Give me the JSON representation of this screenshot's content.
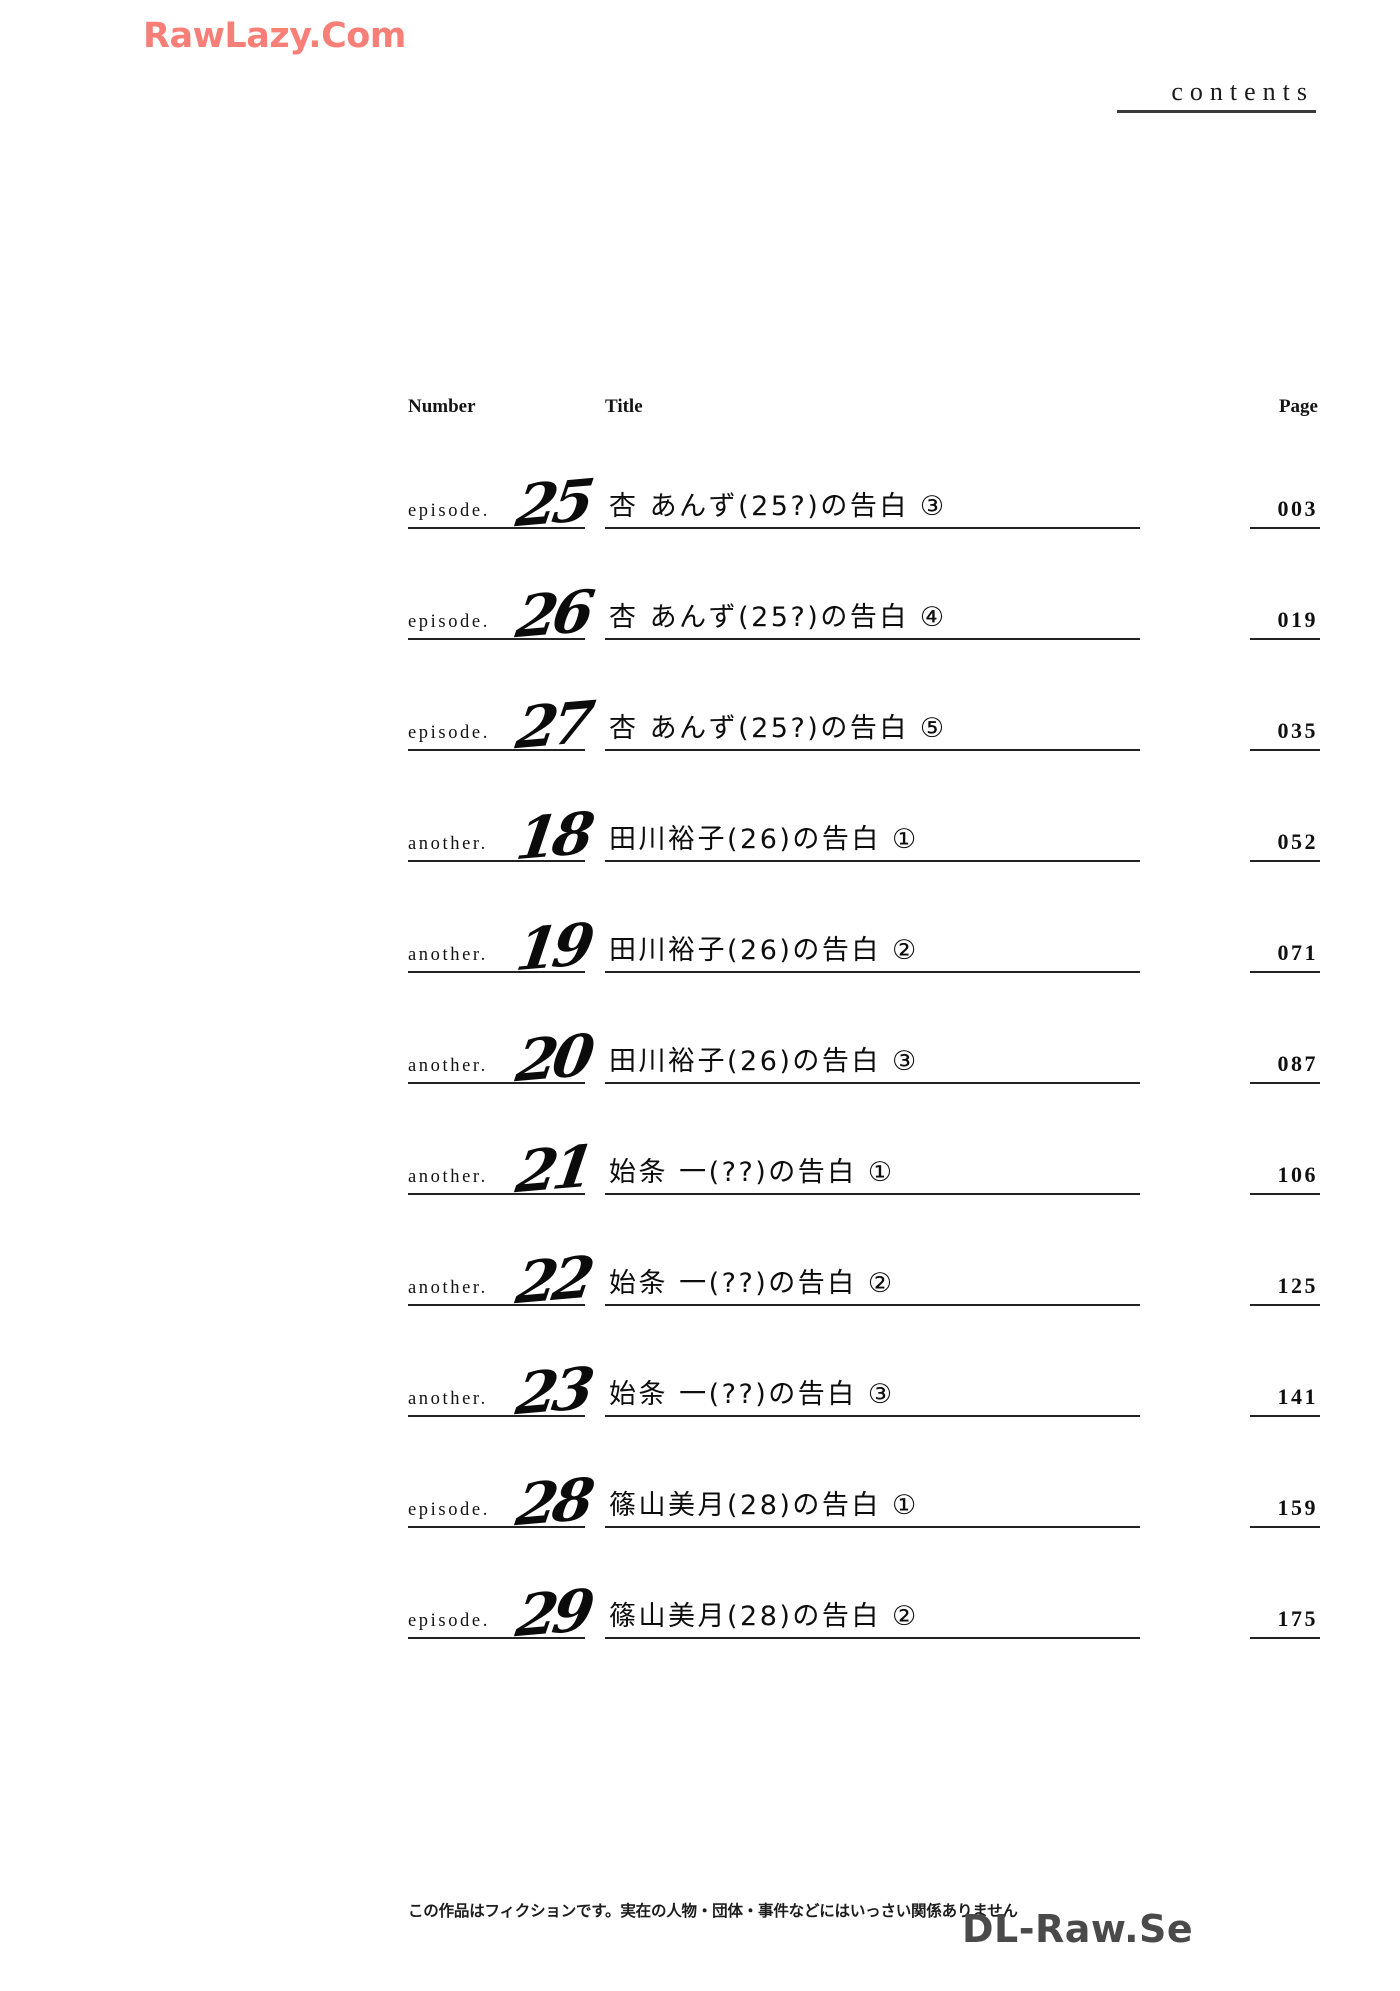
{
  "watermark_top": "RawLazy.Com",
  "watermark_bottom": "DL-Raw.Se",
  "header": {
    "title": "contents"
  },
  "columns": {
    "number": "Number",
    "title": "Title",
    "page": "Page"
  },
  "colors": {
    "top_watermark": "#f77f77",
    "bottom_watermark": "#4a4a4a",
    "ink": "#111111",
    "rule": "#222222",
    "background": "#ffffff"
  },
  "footer": {
    "disclaimer": "この作品はフィクションです。実在の人物・団体・事件などにはいっさい関係ありません"
  },
  "entries": [
    {
      "kind": "episode.",
      "number": "25",
      "title": "杏 あんず(25?)の告白 ③",
      "page": "003"
    },
    {
      "kind": "episode.",
      "number": "26",
      "title": "杏 あんず(25?)の告白 ④",
      "page": "019"
    },
    {
      "kind": "episode.",
      "number": "27",
      "title": "杏 あんず(25?)の告白 ⑤",
      "page": "035"
    },
    {
      "kind": "another.",
      "number": "18",
      "title": "田川裕子(26)の告白 ①",
      "page": "052"
    },
    {
      "kind": "another.",
      "number": "19",
      "title": "田川裕子(26)の告白 ②",
      "page": "071"
    },
    {
      "kind": "another.",
      "number": "20",
      "title": "田川裕子(26)の告白 ③",
      "page": "087"
    },
    {
      "kind": "another.",
      "number": "21",
      "title": "始条 一(??)の告白 ①",
      "page": "106"
    },
    {
      "kind": "another.",
      "number": "22",
      "title": "始条 一(??)の告白 ②",
      "page": "125"
    },
    {
      "kind": "another.",
      "number": "23",
      "title": "始条 一(??)の告白 ③",
      "page": "141"
    },
    {
      "kind": "episode.",
      "number": "28",
      "title": "篠山美月(28)の告白 ①",
      "page": "159"
    },
    {
      "kind": "episode.",
      "number": "29",
      "title": "篠山美月(28)の告白 ②",
      "page": "175"
    }
  ]
}
